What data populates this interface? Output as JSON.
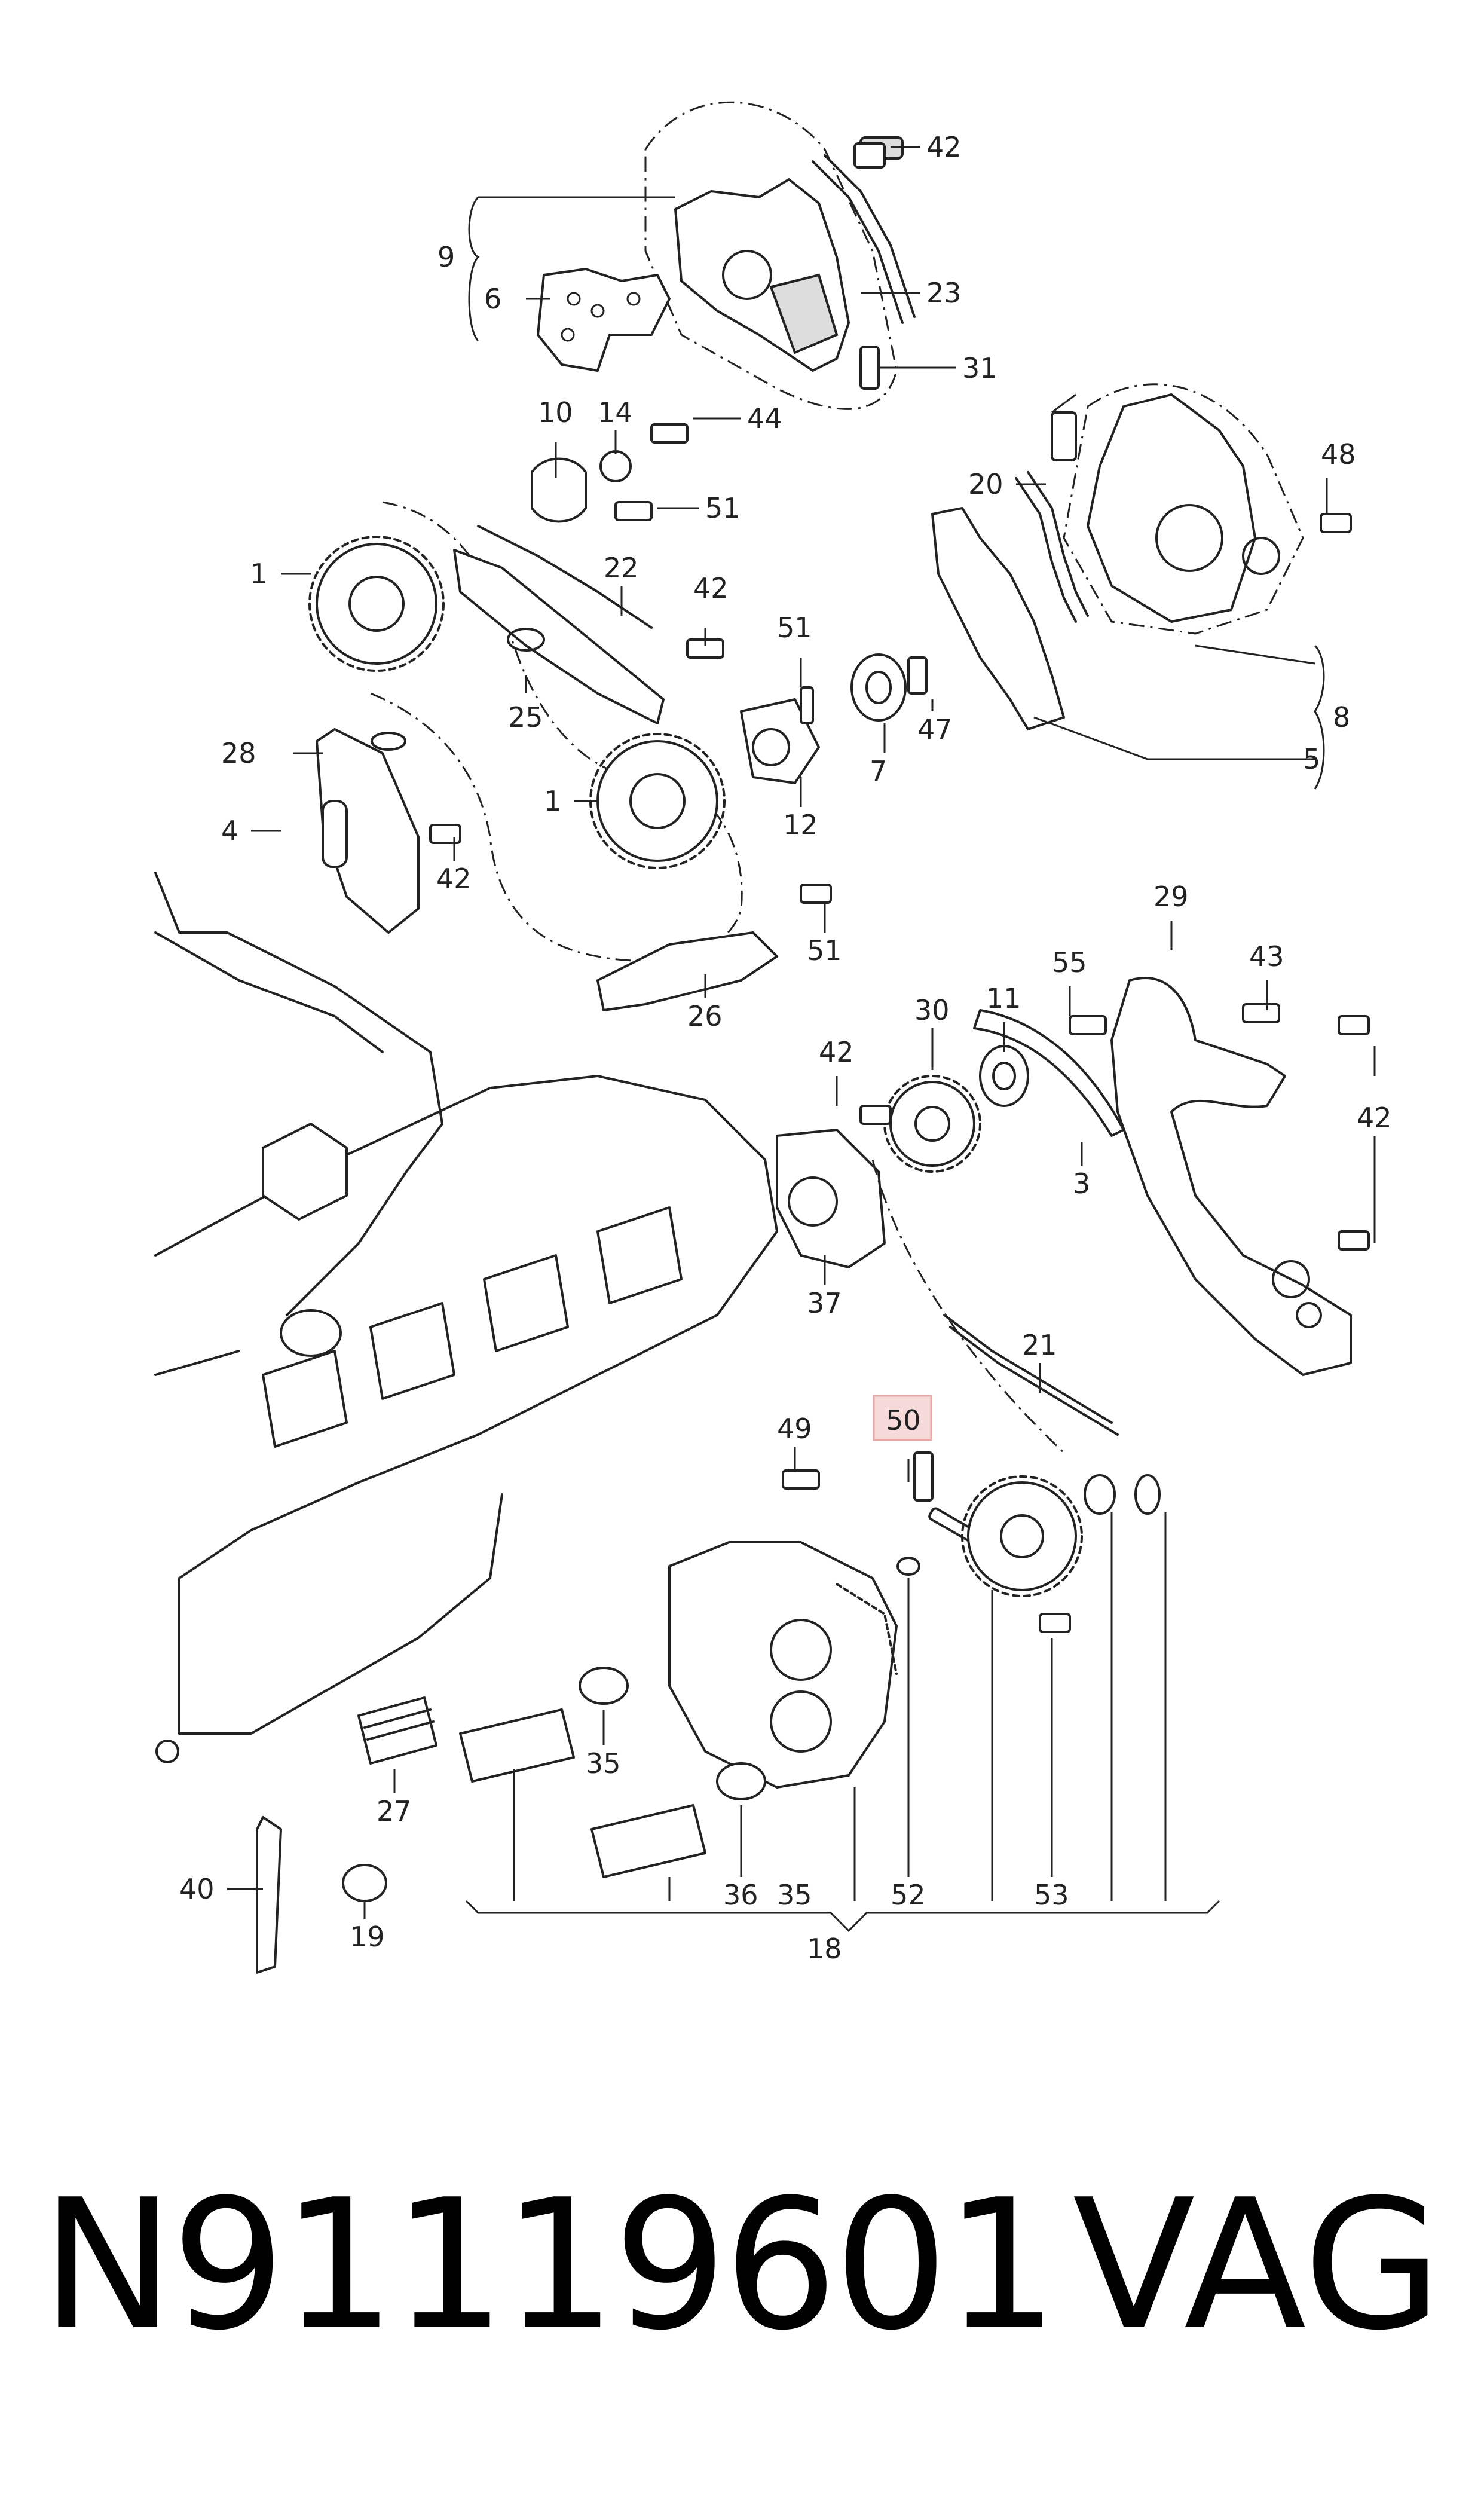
{
  "callouts": [
    "42",
    "23",
    "9",
    "6",
    "31",
    "10",
    "14",
    "44",
    "51",
    "1",
    "22",
    "20",
    "42",
    "51",
    "48",
    "8",
    "28",
    "25",
    "4",
    "42",
    "1",
    "12",
    "7",
    "47",
    "5",
    "29",
    "51",
    "26",
    "55",
    "43",
    "30",
    "11",
    "42",
    "42",
    "3",
    "37",
    "21",
    "50",
    "49",
    "35",
    "27",
    "52",
    "53",
    "36",
    "35",
    "18",
    "40",
    "19"
  ],
  "highlighted_callout": "50",
  "highlight_color": "#e8a6a6",
  "footer": {
    "part_number": "N91119601",
    "brand": "VAG"
  }
}
